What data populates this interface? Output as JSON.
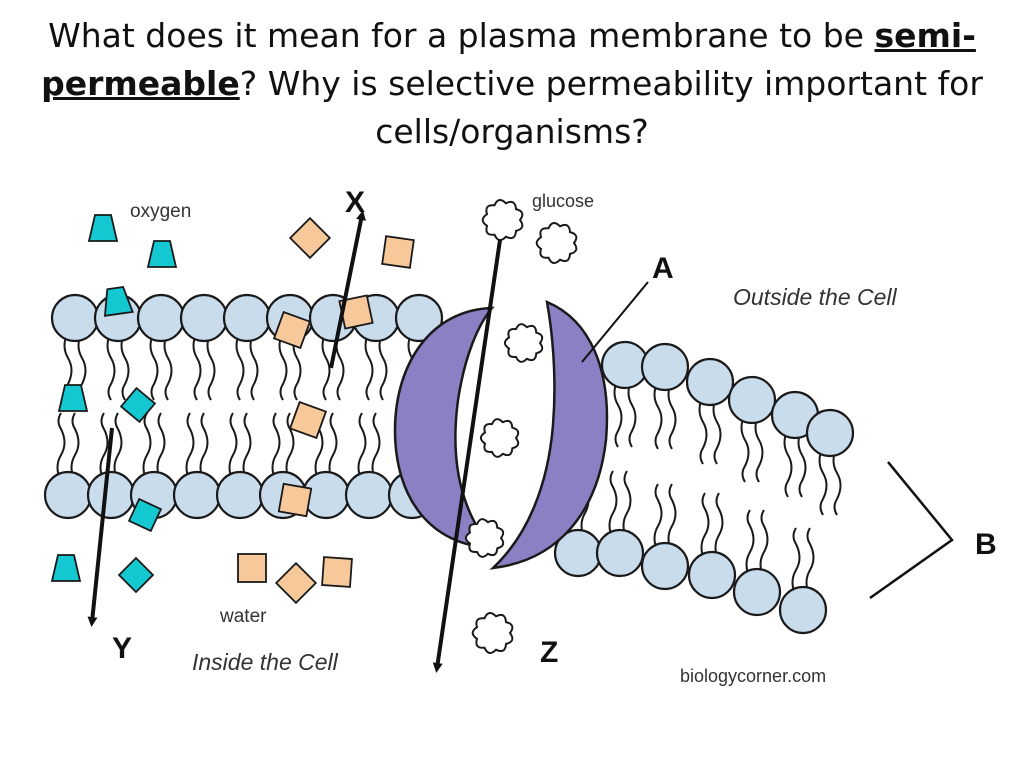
{
  "question": {
    "part1": "What does it mean for a plasma membrane to be ",
    "term_a": "semi-",
    "term_b": "permeable",
    "part2": "? Why is selective permeability important for cells/organisms?"
  },
  "labels": {
    "oxygen": "oxygen",
    "glucose": "glucose",
    "water": "water",
    "outside": "Outside the Cell",
    "inside": "Inside the Cell",
    "credit": "biologycorner.com",
    "x": "X",
    "y": "Y",
    "z": "Z",
    "a": "A",
    "b": "B"
  },
  "colors": {
    "head_fill": "#c9dcec",
    "protein_fill": "#8c80c4",
    "oxygen_fill": "#14c8d2",
    "water_fill": "#f6c89a",
    "glucose_fill": "#ffffff",
    "stroke": "#1a1a1a"
  }
}
